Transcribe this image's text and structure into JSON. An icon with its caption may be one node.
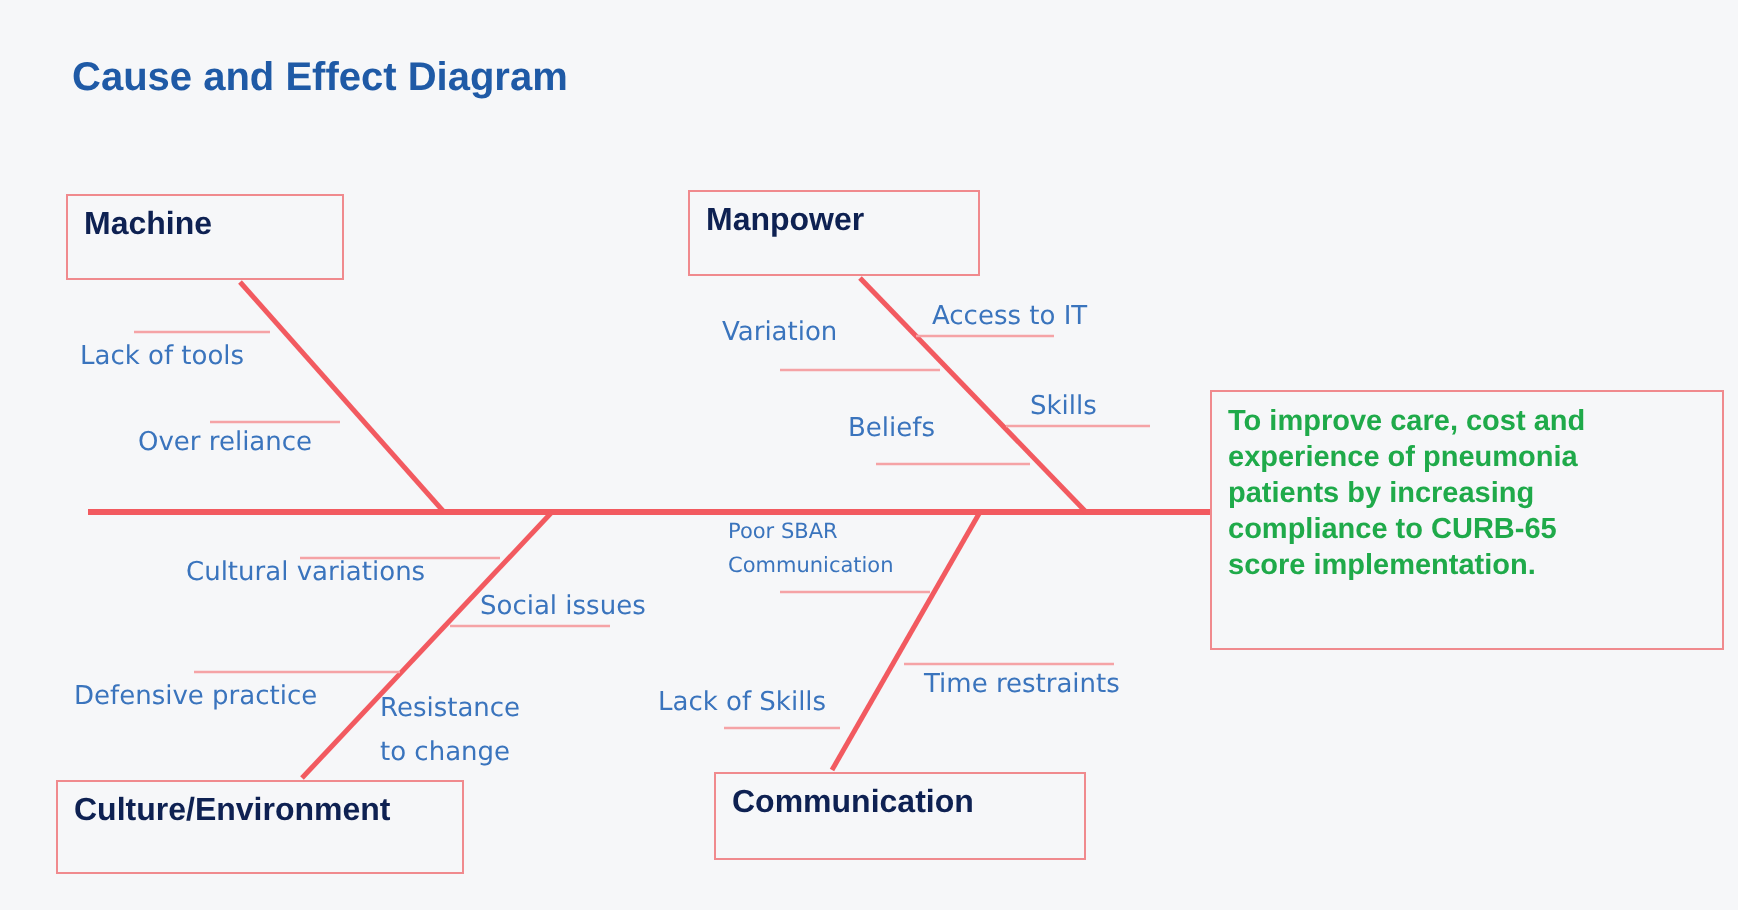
{
  "diagram": {
    "title": "Cause and Effect Diagram",
    "nodes": [
      {
        "text": [
          "Machine"
        ]
      },
      {
        "text": [
          "Manpower"
        ]
      },
      {
        "text": [
          "Culture/Environment"
        ]
      },
      {
        "text": [
          "Communication"
        ]
      },
      {
        "text": [
          "To improve care, cost and experience of pneumonia patients by increasing compliance to CURB-65 score implementation."
        ]
      }
    ],
    "edges": [
      {
        "from": null,
        "to": 4,
        "arrow": "none"
      },
      {
        "from": 0,
        "to": null,
        "arrow": "none"
      },
      {
        "from": 1,
        "to": null,
        "arrow": "none"
      },
      {
        "from": 2,
        "to": null,
        "arrow": "none"
      },
      {
        "from": 3,
        "to": null,
        "arrow": "none"
      }
    ],
    "labels": [
      "Lack of tools",
      "Over reliance",
      "Variation",
      "Access to IT",
      "Beliefs",
      "Skills",
      "Poor SBAR Communication",
      "Cultural variations",
      "Social issues",
      "Defensive practice",
      "Resistance to change",
      "Lack of Skills",
      "Time restraints"
    ]
  }
}
